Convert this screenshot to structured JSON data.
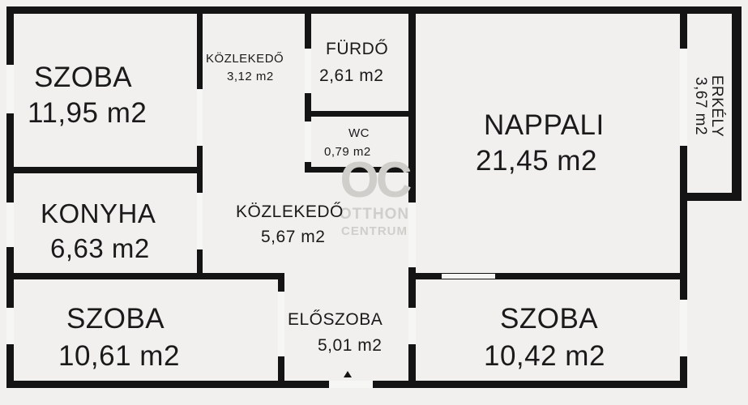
{
  "rooms": {
    "szoba1": {
      "name": "SZOBA",
      "area": "11,95  m2"
    },
    "konyha": {
      "name": "KONYHA",
      "area": "6,63  m2"
    },
    "szoba2": {
      "name": "SZOBA",
      "area": "10,61  m2"
    },
    "kozlekedo1": {
      "name": "KÖZLEKEDŐ",
      "area": "3,12  m2"
    },
    "kozlekedo2": {
      "name": "KÖZLEKEDŐ",
      "area": "5,67  m2"
    },
    "furdo": {
      "name": "FÜRDŐ",
      "area": "2,61  m2"
    },
    "wc": {
      "name": "WC",
      "area": "0,79  m2"
    },
    "eloszoba": {
      "name": "ELŐSZOBA",
      "area": "5,01  m2"
    },
    "nappali": {
      "name": "NAPPALI",
      "area": "21,45  m2"
    },
    "szoba3": {
      "name": "SZOBA",
      "area": "10,42  m2"
    },
    "erkely": {
      "name": "ERKÉLY",
      "area": "3,67  m2"
    }
  },
  "watermark": {
    "logo": "OC",
    "line1": "OTTHON",
    "line2": "CENTRUM"
  },
  "colors": {
    "wall": "#141414",
    "background": "#f1f0ee",
    "watermark": "#cfcecb"
  }
}
